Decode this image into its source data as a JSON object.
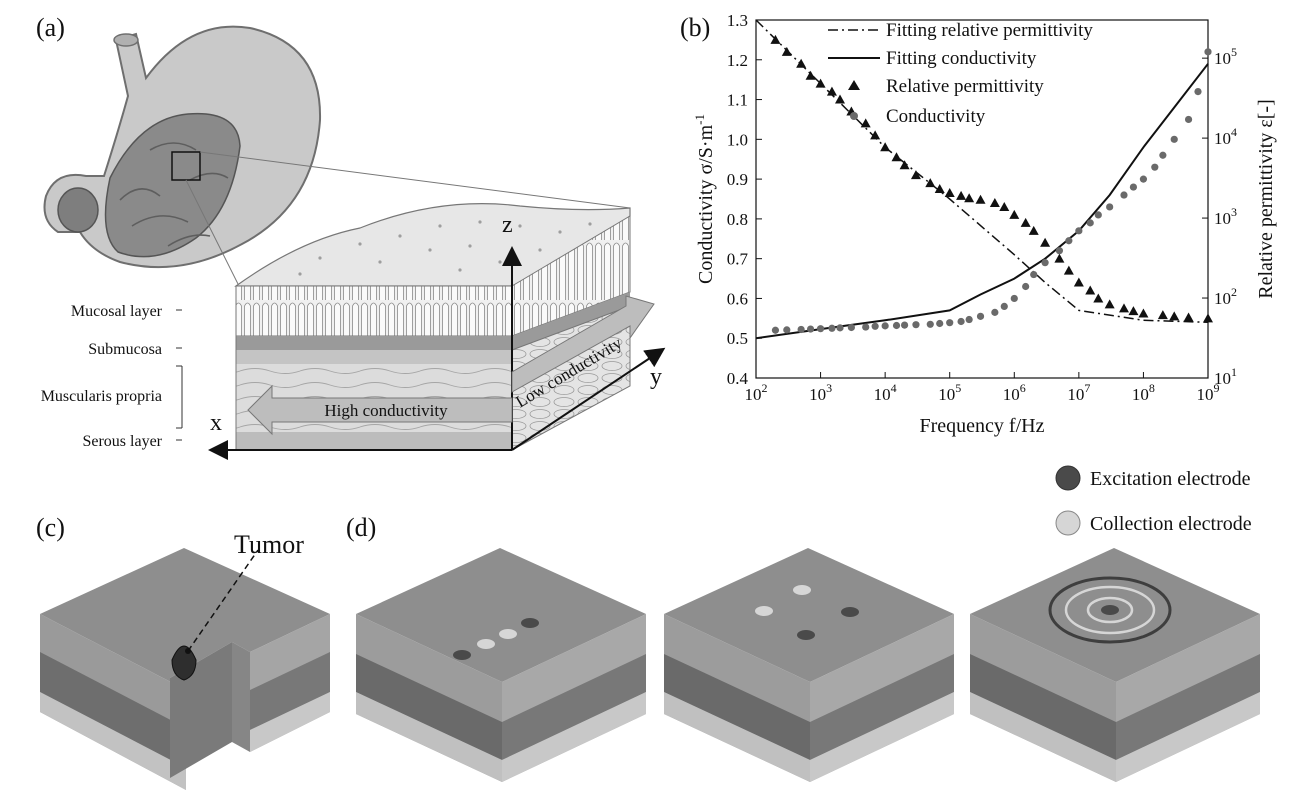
{
  "panels": {
    "a": {
      "label": "(a)",
      "layers": [
        "Mucosal layer",
        "Submucosa",
        "Muscularis propria",
        "Serous layer"
      ],
      "axes": {
        "z": "z",
        "x": "x",
        "y": "y"
      },
      "high_conductivity": "High conductivity",
      "low_conductivity": "Low conductivity"
    },
    "b": {
      "label": "(b)"
    },
    "c": {
      "label": "(c)",
      "tumor": "Tumor"
    },
    "d": {
      "label": "(d)",
      "legend": {
        "excitation": "Excitation electrode",
        "collection": "Collection electrode"
      }
    }
  },
  "colors": {
    "excitation": "#4a4a4a",
    "collection": "#d6d6d6",
    "block_top": "#8e8e8e",
    "block_mid": "#6a6a6a",
    "block_bottom": "#bdbdbd"
  },
  "chart_data": {
    "type": "line",
    "title": "",
    "xlabel": "Frequency f/Hz",
    "ylabel": "Conductivity σ/S·m",
    "ylabel_sup": "-1",
    "y2label": "Relative permittivity  ε[-]",
    "x_scale": "log",
    "xlim": [
      100,
      1000000000
    ],
    "ylim": [
      0.4,
      1.3
    ],
    "y2_scale": "log",
    "y2lim": [
      10,
      300000
    ],
    "x_ticks": [
      {
        "base": "10",
        "exp": "2",
        "v": 100
      },
      {
        "base": "10",
        "exp": "3",
        "v": 1000
      },
      {
        "base": "10",
        "exp": "4",
        "v": 10000
      },
      {
        "base": "10",
        "exp": "5",
        "v": 100000
      },
      {
        "base": "10",
        "exp": "6",
        "v": 1000000
      },
      {
        "base": "10",
        "exp": "7",
        "v": 10000000
      },
      {
        "base": "10",
        "exp": "8",
        "v": 100000000
      },
      {
        "base": "10",
        "exp": "9",
        "v": 1000000000
      }
    ],
    "y_ticks": [
      "0.4",
      "0.5",
      "0.6",
      "0.7",
      "0.8",
      "0.9",
      "1.0",
      "1.1",
      "1.2",
      "1.3"
    ],
    "y2_ticks": [
      {
        "base": "10",
        "exp": "1",
        "v": 10
      },
      {
        "base": "10",
        "exp": "2",
        "v": 100
      },
      {
        "base": "10",
        "exp": "3",
        "v": 1000
      },
      {
        "base": "10",
        "exp": "4",
        "v": 10000
      },
      {
        "base": "10",
        "exp": "5",
        "v": 100000
      }
    ],
    "legend_position": "top-right",
    "series": [
      {
        "name": "Fitting relative permittivity",
        "style": "dashdot",
        "axis": "y",
        "x": [
          100,
          1000,
          10000,
          100000,
          1000000,
          3000000,
          10000000,
          100000000,
          1000000000
        ],
        "y": [
          1.3,
          1.14,
          0.98,
          0.85,
          0.71,
          0.64,
          0.57,
          0.545,
          0.54
        ]
      },
      {
        "name": "Fitting conductivity",
        "style": "solid",
        "axis": "y",
        "x": [
          100,
          1000,
          10000,
          100000,
          300000,
          1000000,
          3000000,
          10000000,
          30000000,
          100000000,
          300000000,
          1000000000
        ],
        "y": [
          0.5,
          0.523,
          0.545,
          0.57,
          0.61,
          0.65,
          0.7,
          0.77,
          0.86,
          0.98,
          1.08,
          1.19
        ]
      },
      {
        "name": "Relative permittivity",
        "style": "triangle",
        "axis": "y",
        "x": [
          200,
          300,
          500,
          700,
          1000,
          1500,
          2000,
          3000,
          5000,
          7000,
          10000,
          15000,
          20000,
          30000,
          50000,
          70000,
          100000,
          150000,
          200000,
          300000,
          500000,
          700000,
          1000000,
          1500000,
          2000000,
          3000000,
          5000000,
          7000000,
          10000000,
          15000000,
          20000000,
          30000000,
          50000000,
          70000000,
          100000000,
          200000000,
          300000000,
          500000000,
          1000000000
        ],
        "y": [
          1.25,
          1.22,
          1.19,
          1.16,
          1.14,
          1.12,
          1.1,
          1.07,
          1.04,
          1.01,
          0.98,
          0.955,
          0.935,
          0.91,
          0.89,
          0.875,
          0.865,
          0.858,
          0.852,
          0.848,
          0.84,
          0.83,
          0.81,
          0.79,
          0.77,
          0.74,
          0.7,
          0.67,
          0.64,
          0.62,
          0.6,
          0.585,
          0.575,
          0.568,
          0.562,
          0.558,
          0.555,
          0.552,
          0.55
        ]
      },
      {
        "name": "Conductivity",
        "style": "circle",
        "axis": "y",
        "x": [
          200,
          300,
          500,
          700,
          1000,
          1500,
          2000,
          3000,
          5000,
          7000,
          10000,
          15000,
          20000,
          30000,
          50000,
          70000,
          100000,
          150000,
          200000,
          300000,
          500000,
          700000,
          1000000,
          1500000,
          2000000,
          3000000,
          5000000,
          7000000,
          10000000,
          15000000,
          20000000,
          30000000,
          50000000,
          70000000,
          100000000,
          150000000,
          200000000,
          300000000,
          500000000,
          700000000,
          1000000000
        ],
        "y": [
          0.52,
          0.521,
          0.522,
          0.523,
          0.524,
          0.525,
          0.526,
          0.527,
          0.528,
          0.53,
          0.531,
          0.532,
          0.533,
          0.534,
          0.535,
          0.537,
          0.539,
          0.542,
          0.547,
          0.555,
          0.565,
          0.58,
          0.6,
          0.63,
          0.66,
          0.69,
          0.72,
          0.745,
          0.77,
          0.79,
          0.81,
          0.83,
          0.86,
          0.88,
          0.9,
          0.93,
          0.96,
          1.0,
          1.05,
          1.12,
          1.22
        ]
      }
    ]
  }
}
